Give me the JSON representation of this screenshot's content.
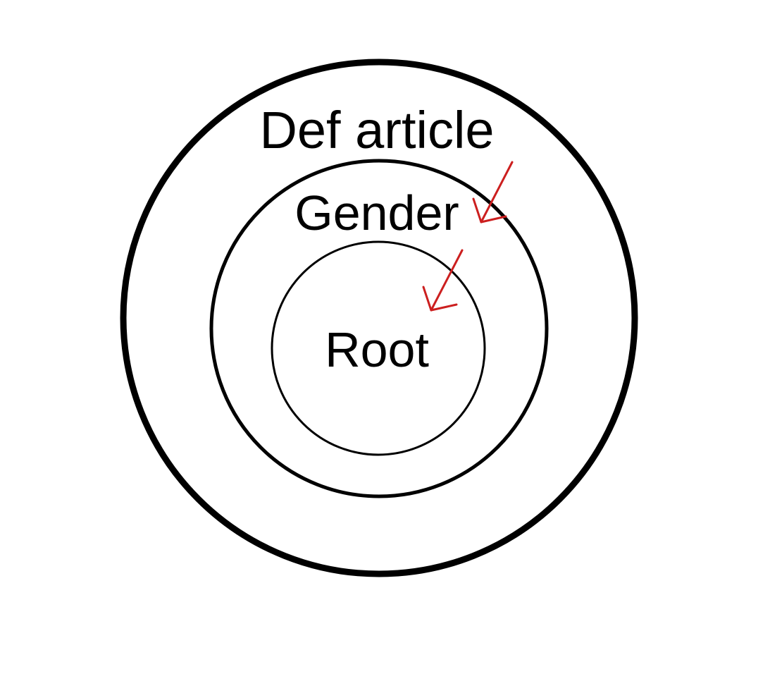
{
  "diagram": {
    "layers": [
      {
        "label": "Def article"
      },
      {
        "label": "Gender"
      },
      {
        "label": "Root"
      }
    ],
    "colors": {
      "background": "#ffffff",
      "ring": "#000000",
      "text": "#000000",
      "arrow": "#cc1f1f"
    }
  }
}
